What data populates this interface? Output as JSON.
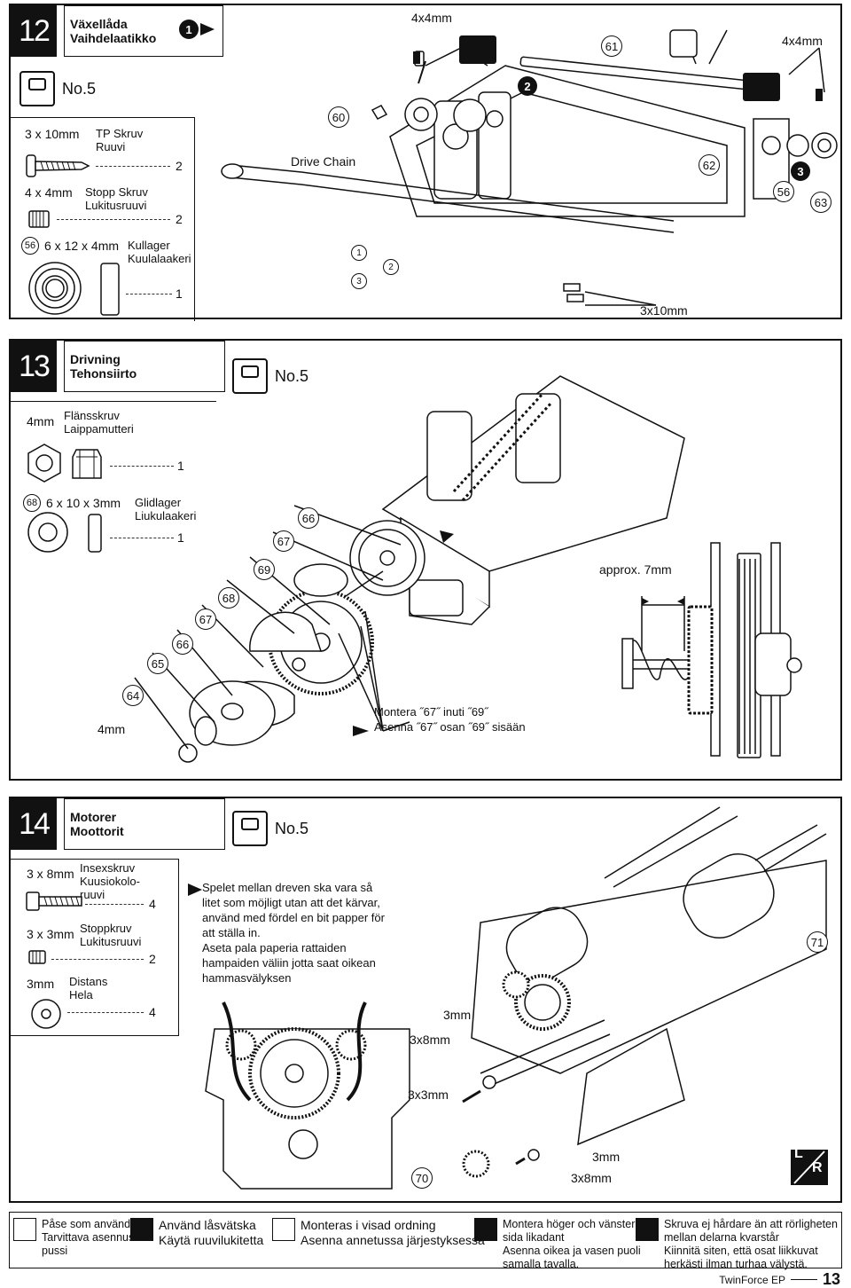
{
  "step12": {
    "number": "12",
    "title": [
      "Växellåda",
      "Vaihdelaatikko"
    ],
    "order_mark": "1",
    "bag": "No.5",
    "parts": [
      {
        "size": "3 x 10mm",
        "name": [
          "TP Skruv",
          "Ruuvi"
        ],
        "qty": "2"
      },
      {
        "size": "4 x 4mm",
        "name": [
          "Stopp Skruv",
          "Lukitusruuvi"
        ],
        "qty": "2"
      },
      {
        "ref": "56",
        "size": "6 x 12 x 4mm",
        "name": [
          "Kullager",
          "Kuulalaakeri"
        ],
        "qty": "1"
      }
    ],
    "callouts": {
      "setscrew_left": "4x4mm",
      "setscrew_right": "4x4mm",
      "drive_chain": "Drive Chain",
      "screw": "3x10mm",
      "p60": "60",
      "p61": "61",
      "p62": "62",
      "p56": "56",
      "p63": "63",
      "seq2": "2",
      "seq3": "3",
      "order1": "1",
      "order2": "2",
      "order3": "3"
    }
  },
  "step13": {
    "number": "13",
    "title": [
      "Drivning",
      "Tehonsiirto"
    ],
    "bag": "No.5",
    "parts": [
      {
        "size": "4mm",
        "name": [
          "Flänsskruv",
          "Laippamutteri"
        ],
        "qty": "1"
      },
      {
        "ref": "68",
        "size": "6 x 10 x 3mm",
        "name": [
          "Glidlager",
          "Liukulaakeri"
        ],
        "qty": "1"
      }
    ],
    "callouts": {
      "p64": "64",
      "p65": "65",
      "p66a": "66",
      "p67a": "67",
      "p68": "68",
      "p69": "69",
      "p67b": "67",
      "p66b": "66",
      "nut": "4mm",
      "approx": "approx. 7mm"
    },
    "note": [
      "Montera ˝67˝ inuti ˝69˝",
      "Asenna ˝67˝ osan ˝69˝ sisään"
    ]
  },
  "step14": {
    "number": "14",
    "title": [
      "Motorer",
      "Moottorit"
    ],
    "bag": "No.5",
    "parts": [
      {
        "size": "3 x 8mm",
        "name": [
          "Insexskruv",
          "Kuusiokolo-",
          "ruuvi"
        ],
        "qty": "4"
      },
      {
        "size": "3 x 3mm",
        "name": [
          "Stoppkruv",
          "Lukitusruuvi"
        ],
        "qty": "2"
      },
      {
        "size": "3mm",
        "name": [
          "Distans",
          "Hela"
        ],
        "qty": "4"
      }
    ],
    "note": [
      "Spelet mellan dreven ska vara så",
      "litet som möjligt utan att det kärvar,",
      "använd med fördel en bit papper för",
      "att ställa in.",
      "Aseta pala paperia rattaiden",
      "hampaiden väliin jotta saat oikean",
      "hammasvälyksen"
    ],
    "callouts": {
      "p71": "71",
      "p70": "70",
      "spacer_a": "3mm",
      "screw_a": "3x8mm",
      "set": "3x3mm",
      "spacer_b": "3mm",
      "screw_b": "3x8mm"
    },
    "lr": [
      "L",
      "R"
    ]
  },
  "legend": [
    {
      "icon": "bag-icon",
      "text": [
        "Påse som används",
        "Tarvittava asennus-",
        "pussi"
      ]
    },
    {
      "icon": "threadlock-icon",
      "text": [
        "Använd låsvätska",
        "Käytä ruuvilukitetta"
      ]
    },
    {
      "icon": "order-icon",
      "text": [
        "Monteras i visad ordning",
        "Asenna annetussa järjestyksessä"
      ]
    },
    {
      "icon": "lr-icon",
      "text": [
        "Montera höger och vänster",
        "sida likadant",
        "Asenna oikea ja vasen puoli",
        "samalla tavalla."
      ]
    },
    {
      "icon": "loose-icon",
      "text": [
        "Skruva ej hårdare än att rörligheten",
        "mellan delarna kvarstår",
        "Kiinnitä siten, että osat liikkuvat",
        "herkästi ilman turhaa välystä."
      ]
    }
  ],
  "footer": {
    "brand": "TwinForce EP",
    "page": "13"
  }
}
